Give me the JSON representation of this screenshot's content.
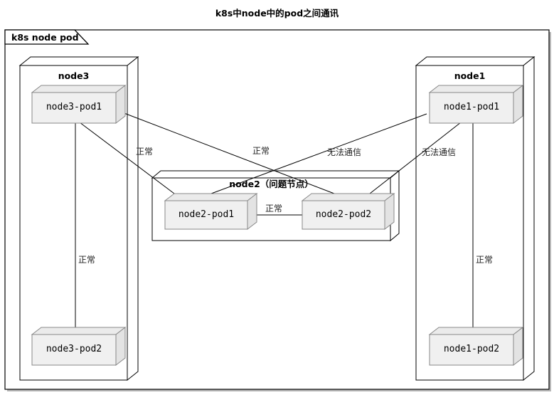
{
  "title": "k8s中node中的pod之间通讯",
  "package": {
    "label": "k8s node pod"
  },
  "colors": {
    "stroke": "#000000",
    "pod_fill": "#f0f0f0",
    "pod_top_fill": "#ebebeb",
    "pod_side_fill": "#e0e0e0",
    "node_fill": "#ffffff",
    "node_side_fill": "#ffffff",
    "background": "#ffffff"
  },
  "nodes": [
    {
      "id": "node3",
      "title": "node3",
      "pods": [
        {
          "id": "node3-pod1",
          "label": "node3-pod1"
        },
        {
          "id": "node3-pod2",
          "label": "node3-pod2"
        }
      ]
    },
    {
      "id": "node2",
      "title": "node2（问题节点）",
      "pods": [
        {
          "id": "node2-pod1",
          "label": "node2-pod1"
        },
        {
          "id": "node2-pod2",
          "label": "node2-pod2"
        }
      ]
    },
    {
      "id": "node1",
      "title": "node1",
      "pods": [
        {
          "id": "node1-pod1",
          "label": "node1-pod1"
        },
        {
          "id": "node1-pod2",
          "label": "node1-pod2"
        }
      ]
    }
  ],
  "edges": [
    {
      "id": "node3-pod1__node2-pod1",
      "from": "node3-pod1",
      "to": "node2-pod1",
      "label": "正常"
    },
    {
      "id": "node3-pod1__node2-pod2",
      "from": "node3-pod1",
      "to": "node2-pod2",
      "label": "正常"
    },
    {
      "id": "node1-pod1__node2-pod1",
      "from": "node1-pod1",
      "to": "node2-pod1",
      "label": "无法通信"
    },
    {
      "id": "node1-pod1__node2-pod2",
      "from": "node1-pod1",
      "to": "node2-pod2",
      "label": "无法通信"
    },
    {
      "id": "node2-pod1__node2-pod2",
      "from": "node2-pod1",
      "to": "node2-pod2",
      "label": "正常"
    },
    {
      "id": "node3-pod1__node3-pod2",
      "from": "node3-pod1",
      "to": "node3-pod2",
      "label": "正常"
    },
    {
      "id": "node1-pod1__node1-pod2",
      "from": "node1-pod1",
      "to": "node1-pod2",
      "label": "正常"
    }
  ],
  "edge_labels": {
    "left_cross": "正常",
    "center_cross": "正常",
    "right_cross_inner": "无法通信",
    "right_cross_outer": "无法通信",
    "node2_internal": "正常",
    "node3_internal": "正常",
    "node1_internal": "正常"
  }
}
